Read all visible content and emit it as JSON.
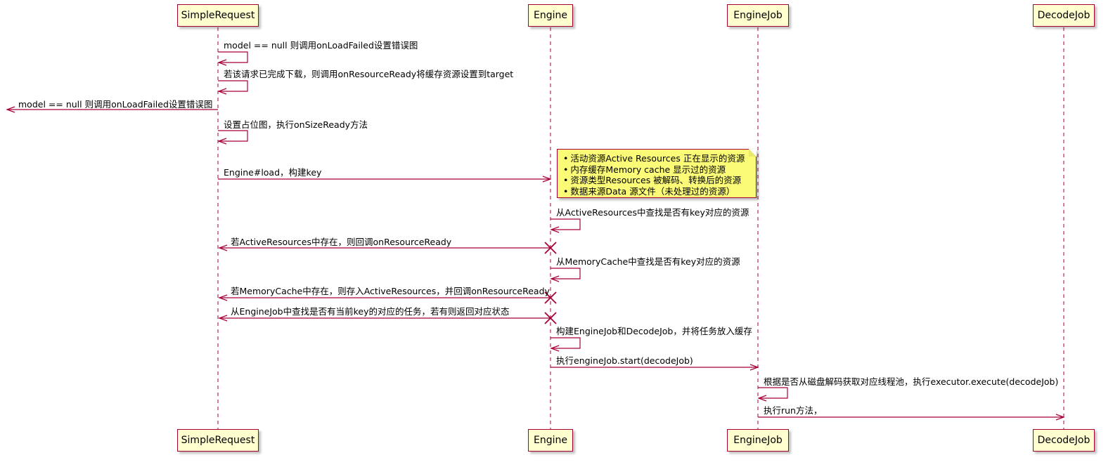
{
  "participants": [
    {
      "id": "simple-request",
      "label": "SimpleRequest"
    },
    {
      "id": "engine",
      "label": "Engine"
    },
    {
      "id": "engine-job",
      "label": "EngineJob"
    },
    {
      "id": "decode-job",
      "label": "DecodeJob"
    }
  ],
  "messages": [
    {
      "label": "model == null 则调用onLoadFailed设置错误图"
    },
    {
      "label": "若该请求已完成下载，则调用onResourceReady将缓存资源设置到target"
    },
    {
      "label": "model == null 则调用onLoadFailed设置错误图"
    },
    {
      "label": "设置占位图，执行onSizeReady方法"
    },
    {
      "label": "Engine#load，构建key"
    },
    {
      "label": "从ActiveResources中查找是否有key对应的资源"
    },
    {
      "label": "若ActiveResources中存在，则回调onResourceReady"
    },
    {
      "label": "从MemoryCache中查找是否有key对应的资源"
    },
    {
      "label": "若MemoryCache中存在，则存入ActiveResources，并回调onResourceReady"
    },
    {
      "label": "从EngineJob中查找是否有当前key的对应的任务，若有则返回对应状态"
    },
    {
      "label": "构建EngineJob和DecodeJob，并将任务放入缓存"
    },
    {
      "label": "执行engineJob.start(decodeJob)"
    },
    {
      "label": "根据是否从磁盘解码获取对应线程池，执行executor.execute(decodeJob)"
    },
    {
      "label": "执行run方法，"
    }
  ],
  "note": {
    "items": [
      "活动资源Active Resources 正在显示的资源",
      "内存缓存Memory cache 显示过的资源",
      "资源类型Resources 被解码、转换后的资源",
      "数据来源Data 源文件（未处理过的资源）"
    ]
  },
  "colors": {
    "line": "#A80036",
    "participant_fill": "#FEFECE",
    "note_fill": "#FBFB77"
  }
}
